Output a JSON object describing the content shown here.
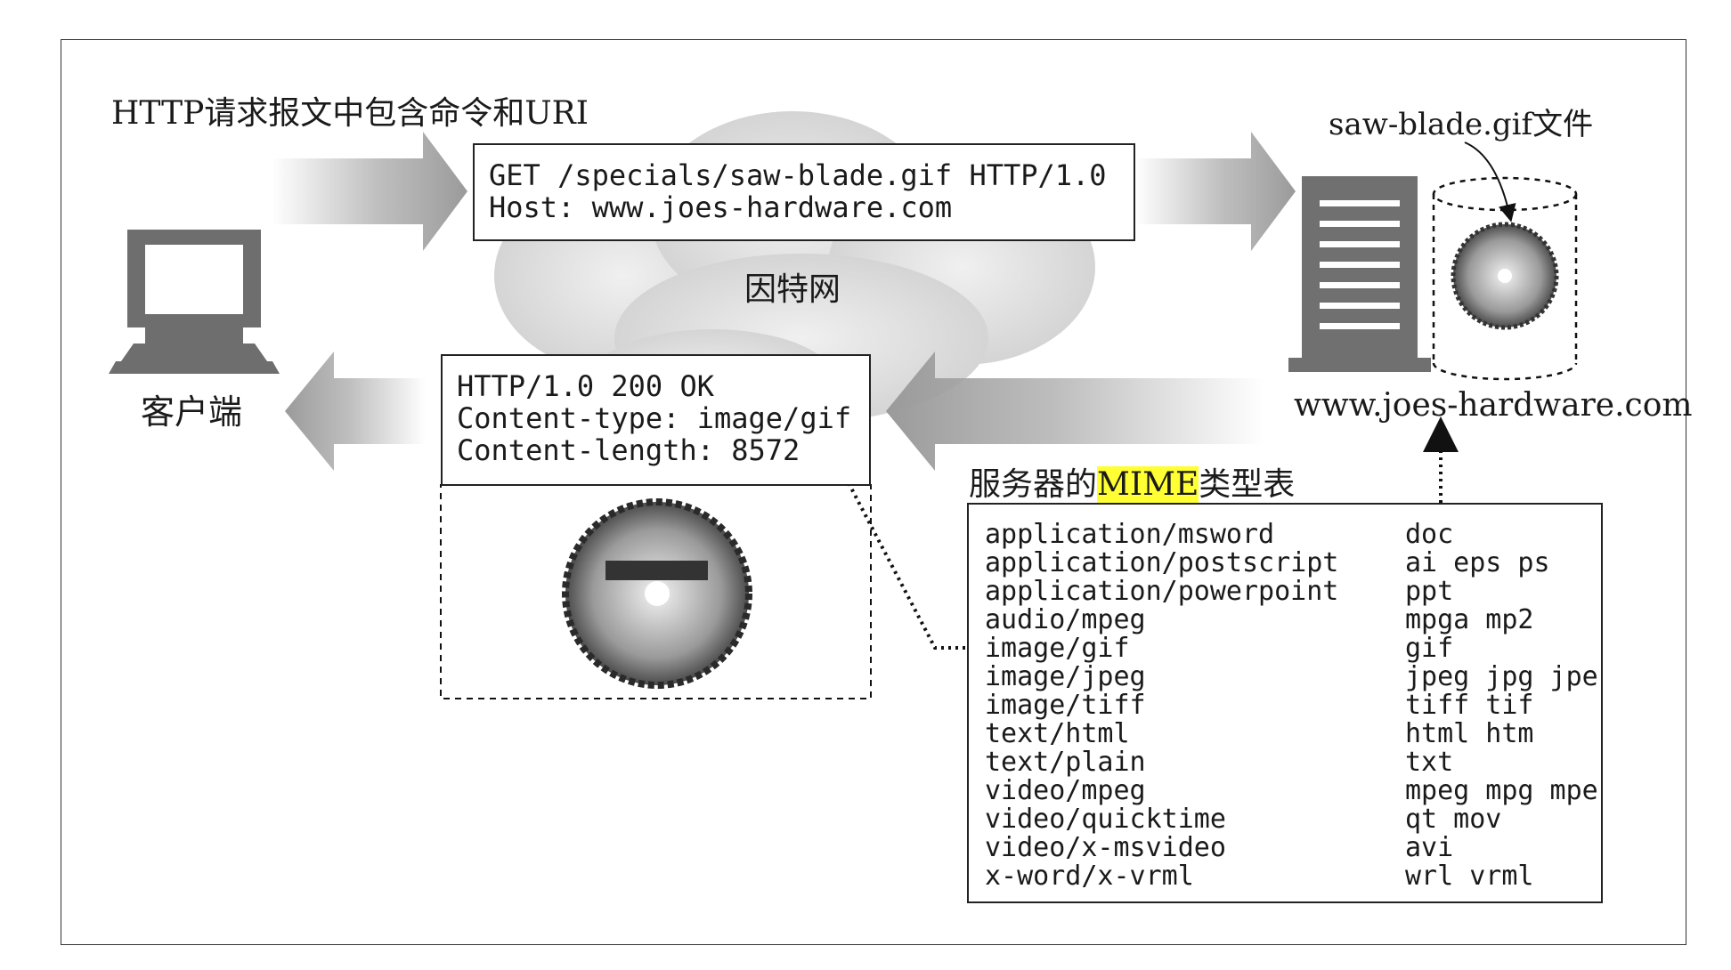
{
  "request": {
    "caption": "HTTP请求报文中包含命令和URI",
    "lines": [
      "GET /specials/saw-blade.gif HTTP/1.0",
      "Host: www.joes-hardware.com"
    ]
  },
  "internet_label": "因特网",
  "client_label": "客户端",
  "server": {
    "host": "www.joes-hardware.com",
    "file_label": "saw-blade.gif文件"
  },
  "response": {
    "lines": [
      "HTTP/1.0 200 OK",
      "Content-type: image/gif",
      "Content-length: 8572"
    ]
  },
  "mime_table": {
    "title_prefix": "服务器的",
    "title_highlight": "MIME",
    "title_suffix": "类型表",
    "rows": [
      {
        "type": "application/msword",
        "ext": "doc"
      },
      {
        "type": "application/postscript",
        "ext": "ai eps ps"
      },
      {
        "type": "application/powerpoint",
        "ext": "ppt"
      },
      {
        "type": "audio/mpeg",
        "ext": "mpga mp2"
      },
      {
        "type": "image/gif",
        "ext": "gif"
      },
      {
        "type": "image/jpeg",
        "ext": "jpeg jpg jpe"
      },
      {
        "type": "image/tiff",
        "ext": "tiff tif"
      },
      {
        "type": "text/html",
        "ext": "html htm"
      },
      {
        "type": "text/plain",
        "ext": "txt"
      },
      {
        "type": "video/mpeg",
        "ext": "mpeg mpg mpe"
      },
      {
        "type": "video/quicktime",
        "ext": "qt mov"
      },
      {
        "type": "video/x-msvideo",
        "ext": "avi"
      },
      {
        "type": "x-word/x-vrml",
        "ext": "wrl vrml"
      }
    ]
  },
  "colors": {
    "highlight": "#ffff33",
    "icon_gray": "#6e6e6e",
    "cloud": "#e6e6e6"
  }
}
